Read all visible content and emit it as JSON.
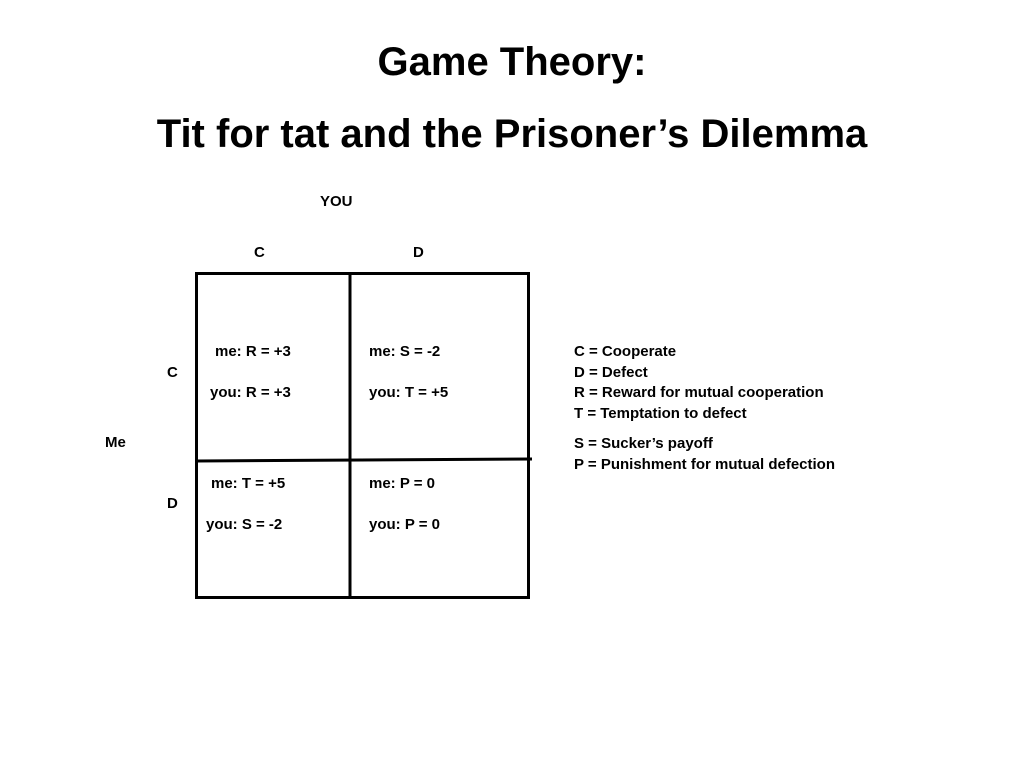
{
  "title": {
    "line1": "Game Theory:",
    "line2": "Tit for tat and the Prisoner’s Dilemma"
  },
  "matrix": {
    "column_player": "YOU",
    "row_player": "Me",
    "column_headers": [
      "C",
      "D"
    ],
    "row_headers": [
      "C",
      "D"
    ],
    "cells": {
      "cc": {
        "me": "me: R = +3",
        "you": "you: R = +3"
      },
      "cd": {
        "me": "me: S = -2",
        "you": "you: T = +5"
      },
      "dc": {
        "me": "me: T = +5",
        "you": "you: S = -2"
      },
      "dd": {
        "me": "me: P = 0",
        "you": "you: P = 0"
      }
    }
  },
  "legend": {
    "group1": [
      "C = Cooperate",
      "D = Defect",
      "R = Reward for mutual cooperation",
      "T = Temptation to defect"
    ],
    "group2": [
      "S = Sucker’s payoff",
      "P = Punishment for mutual defection"
    ]
  }
}
